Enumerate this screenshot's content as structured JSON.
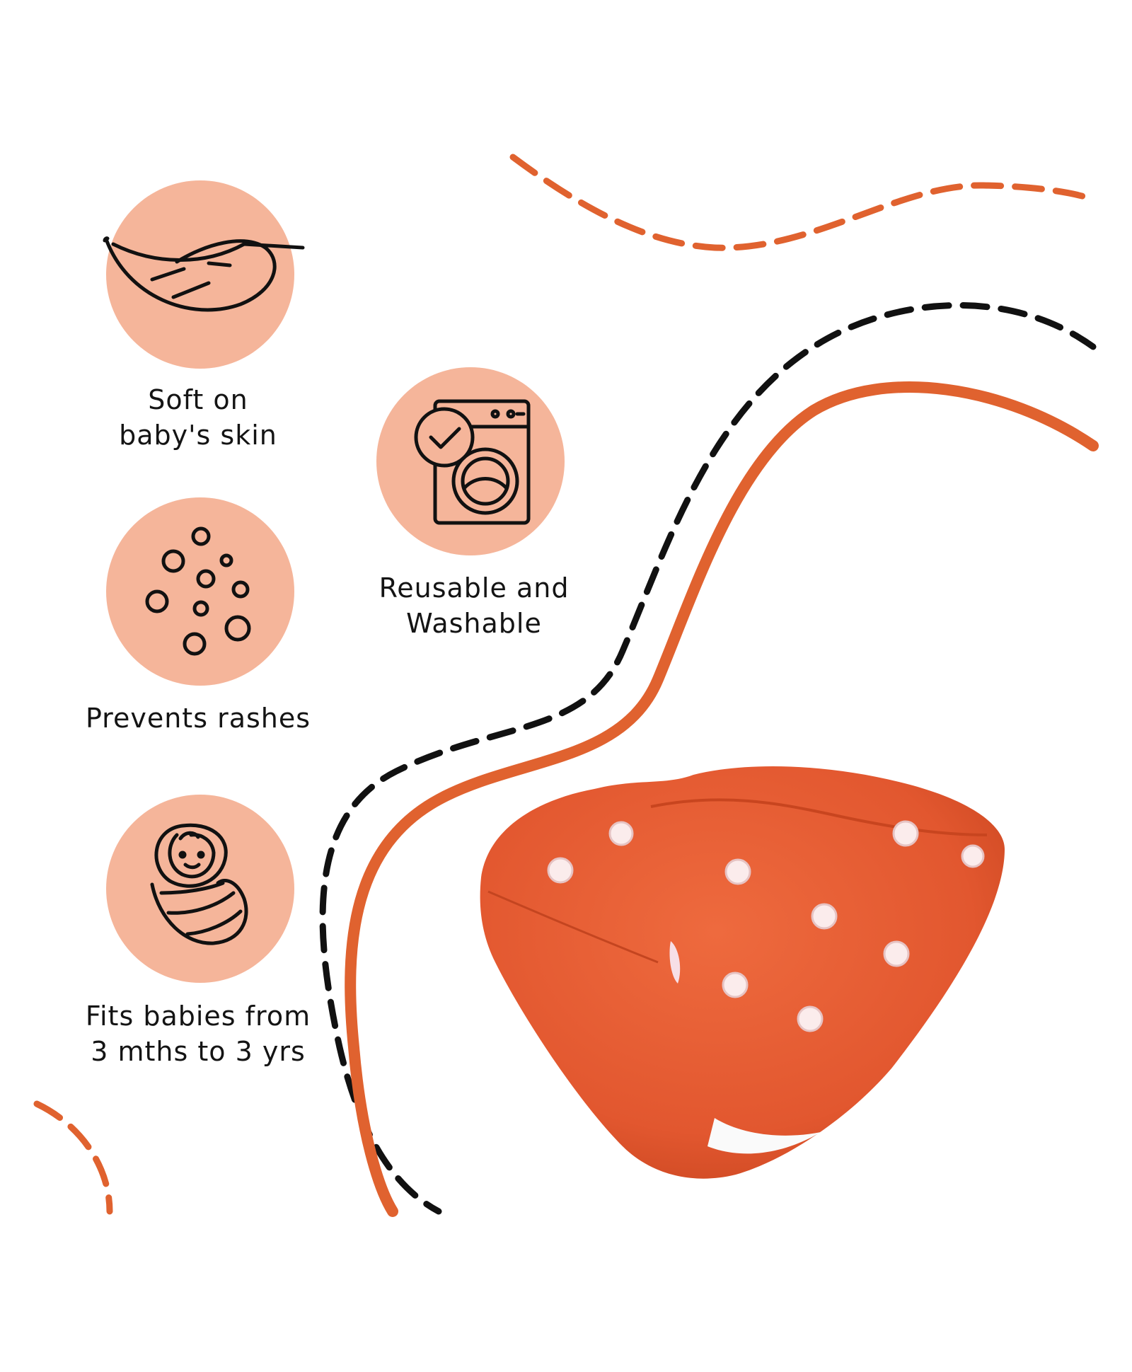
{
  "colors": {
    "circle_fill": "#f5b59a",
    "accent_orange": "#e0622f",
    "diaper_orange": "#e2572f",
    "snap_white": "#fbecec",
    "icon_stroke": "#111111"
  },
  "features": [
    {
      "icon": "feather-icon",
      "line1": "Soft on",
      "line2": "baby's skin"
    },
    {
      "icon": "washing-machine-icon",
      "line1": "Reusable and",
      "line2": "Washable"
    },
    {
      "icon": "bubbles-icon",
      "line1": "Prevents rashes",
      "line2": ""
    },
    {
      "icon": "swaddled-baby-icon",
      "line1": "Fits babies from",
      "line2": "3 mths to 3 yrs"
    }
  ]
}
